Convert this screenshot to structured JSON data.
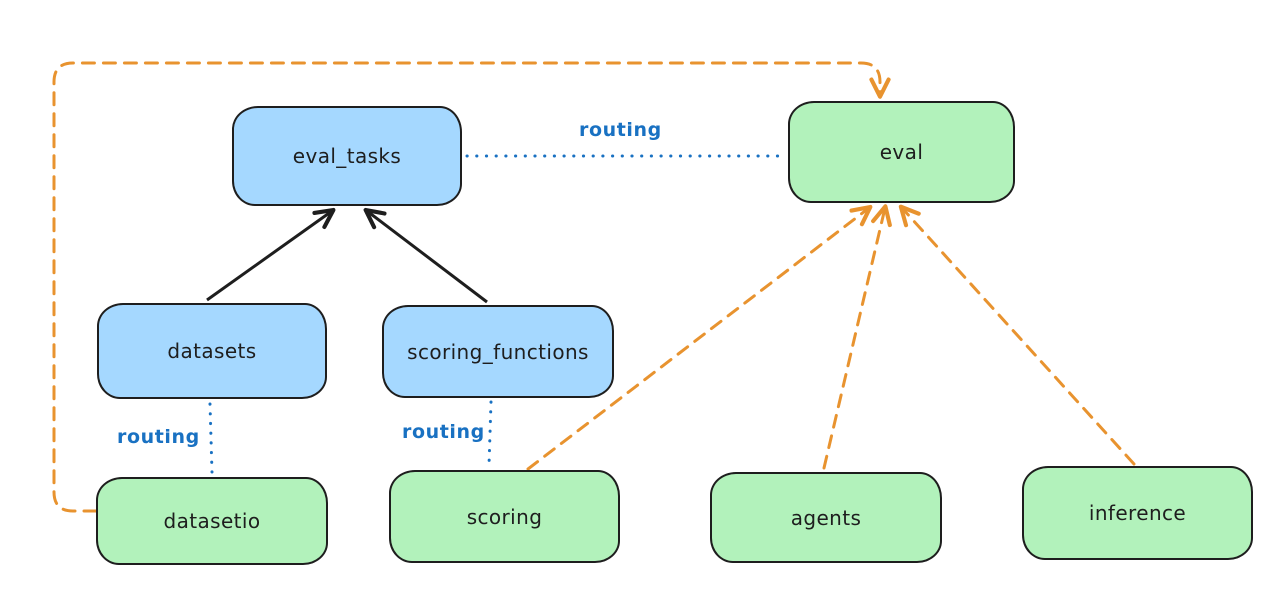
{
  "diagram": {
    "type": "architecture-diagram",
    "colors": {
      "api_box_fill_blue": "#a5d8ff",
      "provider_box_fill_green": "#b2f2bb",
      "box_stroke": "#1e1e1e",
      "routing_blue": "#1971c2",
      "dashed_orange": "#e8932f",
      "background": "#ffffff"
    },
    "nodes": {
      "eval_tasks": {
        "label": "eval_tasks",
        "fill": "blue"
      },
      "eval": {
        "label": "eval",
        "fill": "green"
      },
      "datasets": {
        "label": "datasets",
        "fill": "blue"
      },
      "scoring_functions": {
        "label": "scoring_functions",
        "fill": "blue"
      },
      "datasetio": {
        "label": "datasetio",
        "fill": "green"
      },
      "scoring": {
        "label": "scoring",
        "fill": "green"
      },
      "agents": {
        "label": "agents",
        "fill": "green"
      },
      "inference": {
        "label": "inference",
        "fill": "green"
      }
    },
    "edges": [
      {
        "from": "datasets",
        "to": "eval_tasks",
        "style": "solid-black-arrow",
        "label": ""
      },
      {
        "from": "scoring_functions",
        "to": "eval_tasks",
        "style": "solid-black-arrow",
        "label": ""
      },
      {
        "from": "eval_tasks",
        "to": "eval",
        "style": "dotted-blue",
        "label": "routing"
      },
      {
        "from": "datasets",
        "to": "datasetio",
        "style": "dotted-blue",
        "label": "routing"
      },
      {
        "from": "scoring_functions",
        "to": "scoring",
        "style": "dotted-blue",
        "label": "routing"
      },
      {
        "from": "datasetio",
        "to": "eval",
        "style": "dashed-orange-arrow",
        "label": ""
      },
      {
        "from": "scoring",
        "to": "eval",
        "style": "dashed-orange-arrow",
        "label": ""
      },
      {
        "from": "agents",
        "to": "eval",
        "style": "dashed-orange-arrow",
        "label": ""
      },
      {
        "from": "inference",
        "to": "eval",
        "style": "dashed-orange-arrow",
        "label": ""
      }
    ]
  }
}
